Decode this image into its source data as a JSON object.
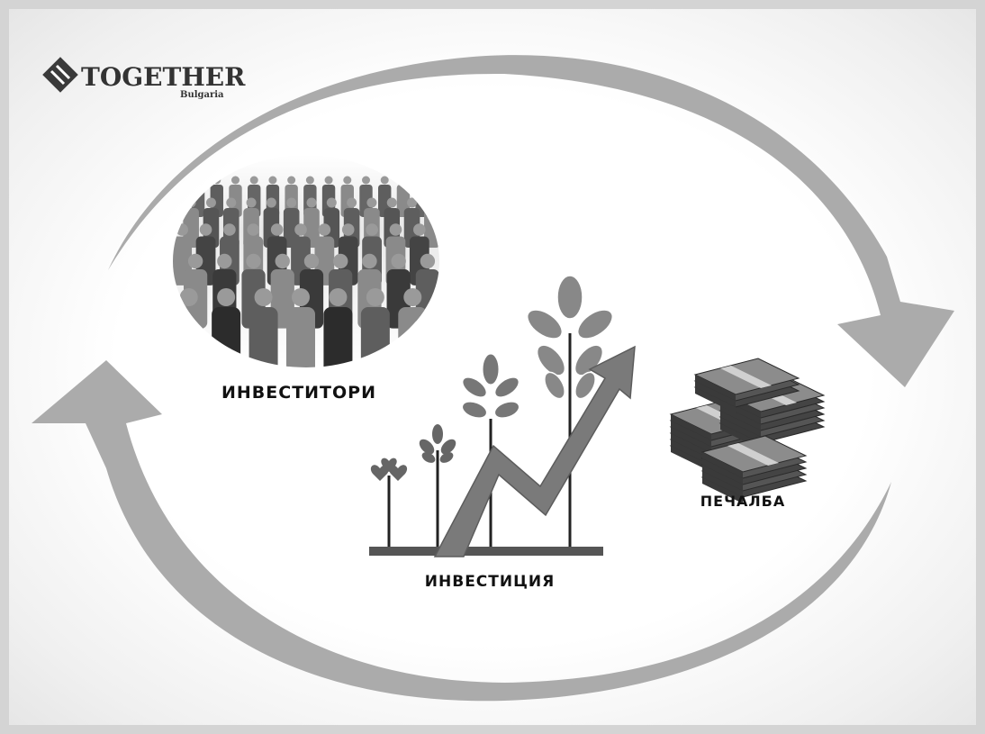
{
  "logo": {
    "word": "TOGETHER",
    "sub": "Bulgaria"
  },
  "labels": {
    "investors": "ИНВЕСТИТОРИ",
    "investment": "ИНВЕСТИЦИЯ",
    "profit": "ПЕЧАЛБА"
  },
  "colors": {
    "arrow": "#a6a6a6",
    "background": "#ffffff",
    "frame": "#d4d4d4",
    "ground": "#555555"
  },
  "icons": [
    "crowd-illustration",
    "growth-chart-icon",
    "money-stacks-icon",
    "cycle-arrows"
  ]
}
